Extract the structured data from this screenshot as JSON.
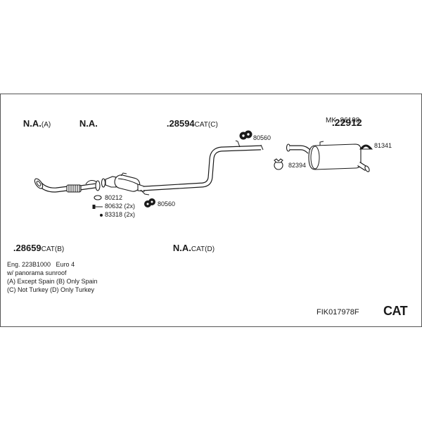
{
  "labels": [
    {
      "main": "N.A.",
      "suffix": "(A)"
    },
    {
      "main": "N.A."
    },
    {
      "main": ".28594",
      "suffix": "CAT(C)"
    },
    {
      "main": ".22912"
    },
    {
      "main": ".28659",
      "suffix": "CAT(B)"
    },
    {
      "main": "N.A.",
      "suffix": "CAT(D)"
    }
  ],
  "kit": "MK  86198",
  "accessories": [
    {
      "number": "80560",
      "icon": "rubber-mount-icon"
    },
    {
      "number": "81341",
      "icon": "hanger-bracket-icon"
    },
    {
      "number": "82394",
      "icon": "pipe-clamp-icon"
    },
    {
      "number": "80212",
      "icon": "gasket-icon"
    },
    {
      "number": "80632 (2x)",
      "icon": "bolt-icon"
    },
    {
      "number": "83318 (2x)",
      "icon": "nut-icon"
    },
    {
      "number": "80560",
      "icon": "rubber-mount-icon"
    }
  ],
  "notes": [
    "Eng. 223B1000   Euro 4",
    "w/ panorama sunroof",
    "(A) Except Spain (B) Only Spain",
    "(C) Not Turkey (D) Only Turkey"
  ],
  "drawing_code": "FIK017978F",
  "system_type": "CAT",
  "colors": {
    "ink": "#1a1a1a",
    "background": "#ffffff"
  }
}
